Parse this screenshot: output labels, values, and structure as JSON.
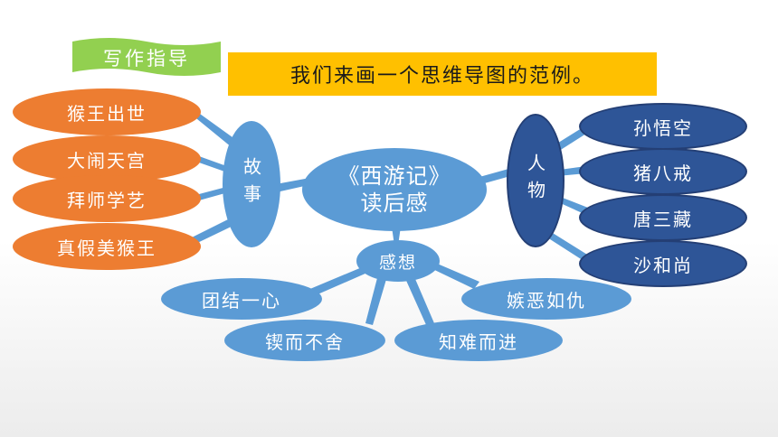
{
  "banner": {
    "label": "写作指导"
  },
  "title": "我们来画一个思维导图的范例。",
  "center": {
    "line1": "《西游记》",
    "line2": "读后感"
  },
  "left_hub": {
    "label": "故事"
  },
  "right_hub": {
    "label": "人物"
  },
  "bottom_hub": {
    "label": "感想"
  },
  "stories": [
    "猴王出世",
    "大闹天宫",
    "拜师学艺",
    "真假美猴王"
  ],
  "characters": [
    "孙悟空",
    "猪八戒",
    "唐三藏",
    "沙和尚"
  ],
  "thoughts": [
    "团结一心",
    "锲而不舍",
    "知难而进",
    "嫉恶如仇"
  ],
  "colors": {
    "story_node": "#ed7d31",
    "character_node": "#2e5597",
    "hub_and_thought_node": "#5b9bd5",
    "banner": "#92d050",
    "title_bar": "#ffc000"
  }
}
